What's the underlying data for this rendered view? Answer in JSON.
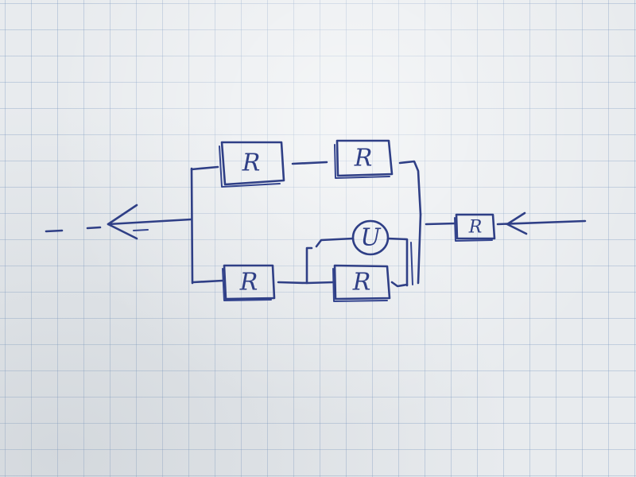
{
  "diagram": {
    "ink_color": "#2f3f86",
    "paper_color": "#e8ebee",
    "grid_color": "#7896be",
    "components": {
      "resistor_top_left": "R",
      "resistor_top_right": "R",
      "resistor_bottom_left": "R",
      "resistor_bottom_right": "R",
      "voltmeter": "U",
      "input_resistor": "R"
    }
  }
}
